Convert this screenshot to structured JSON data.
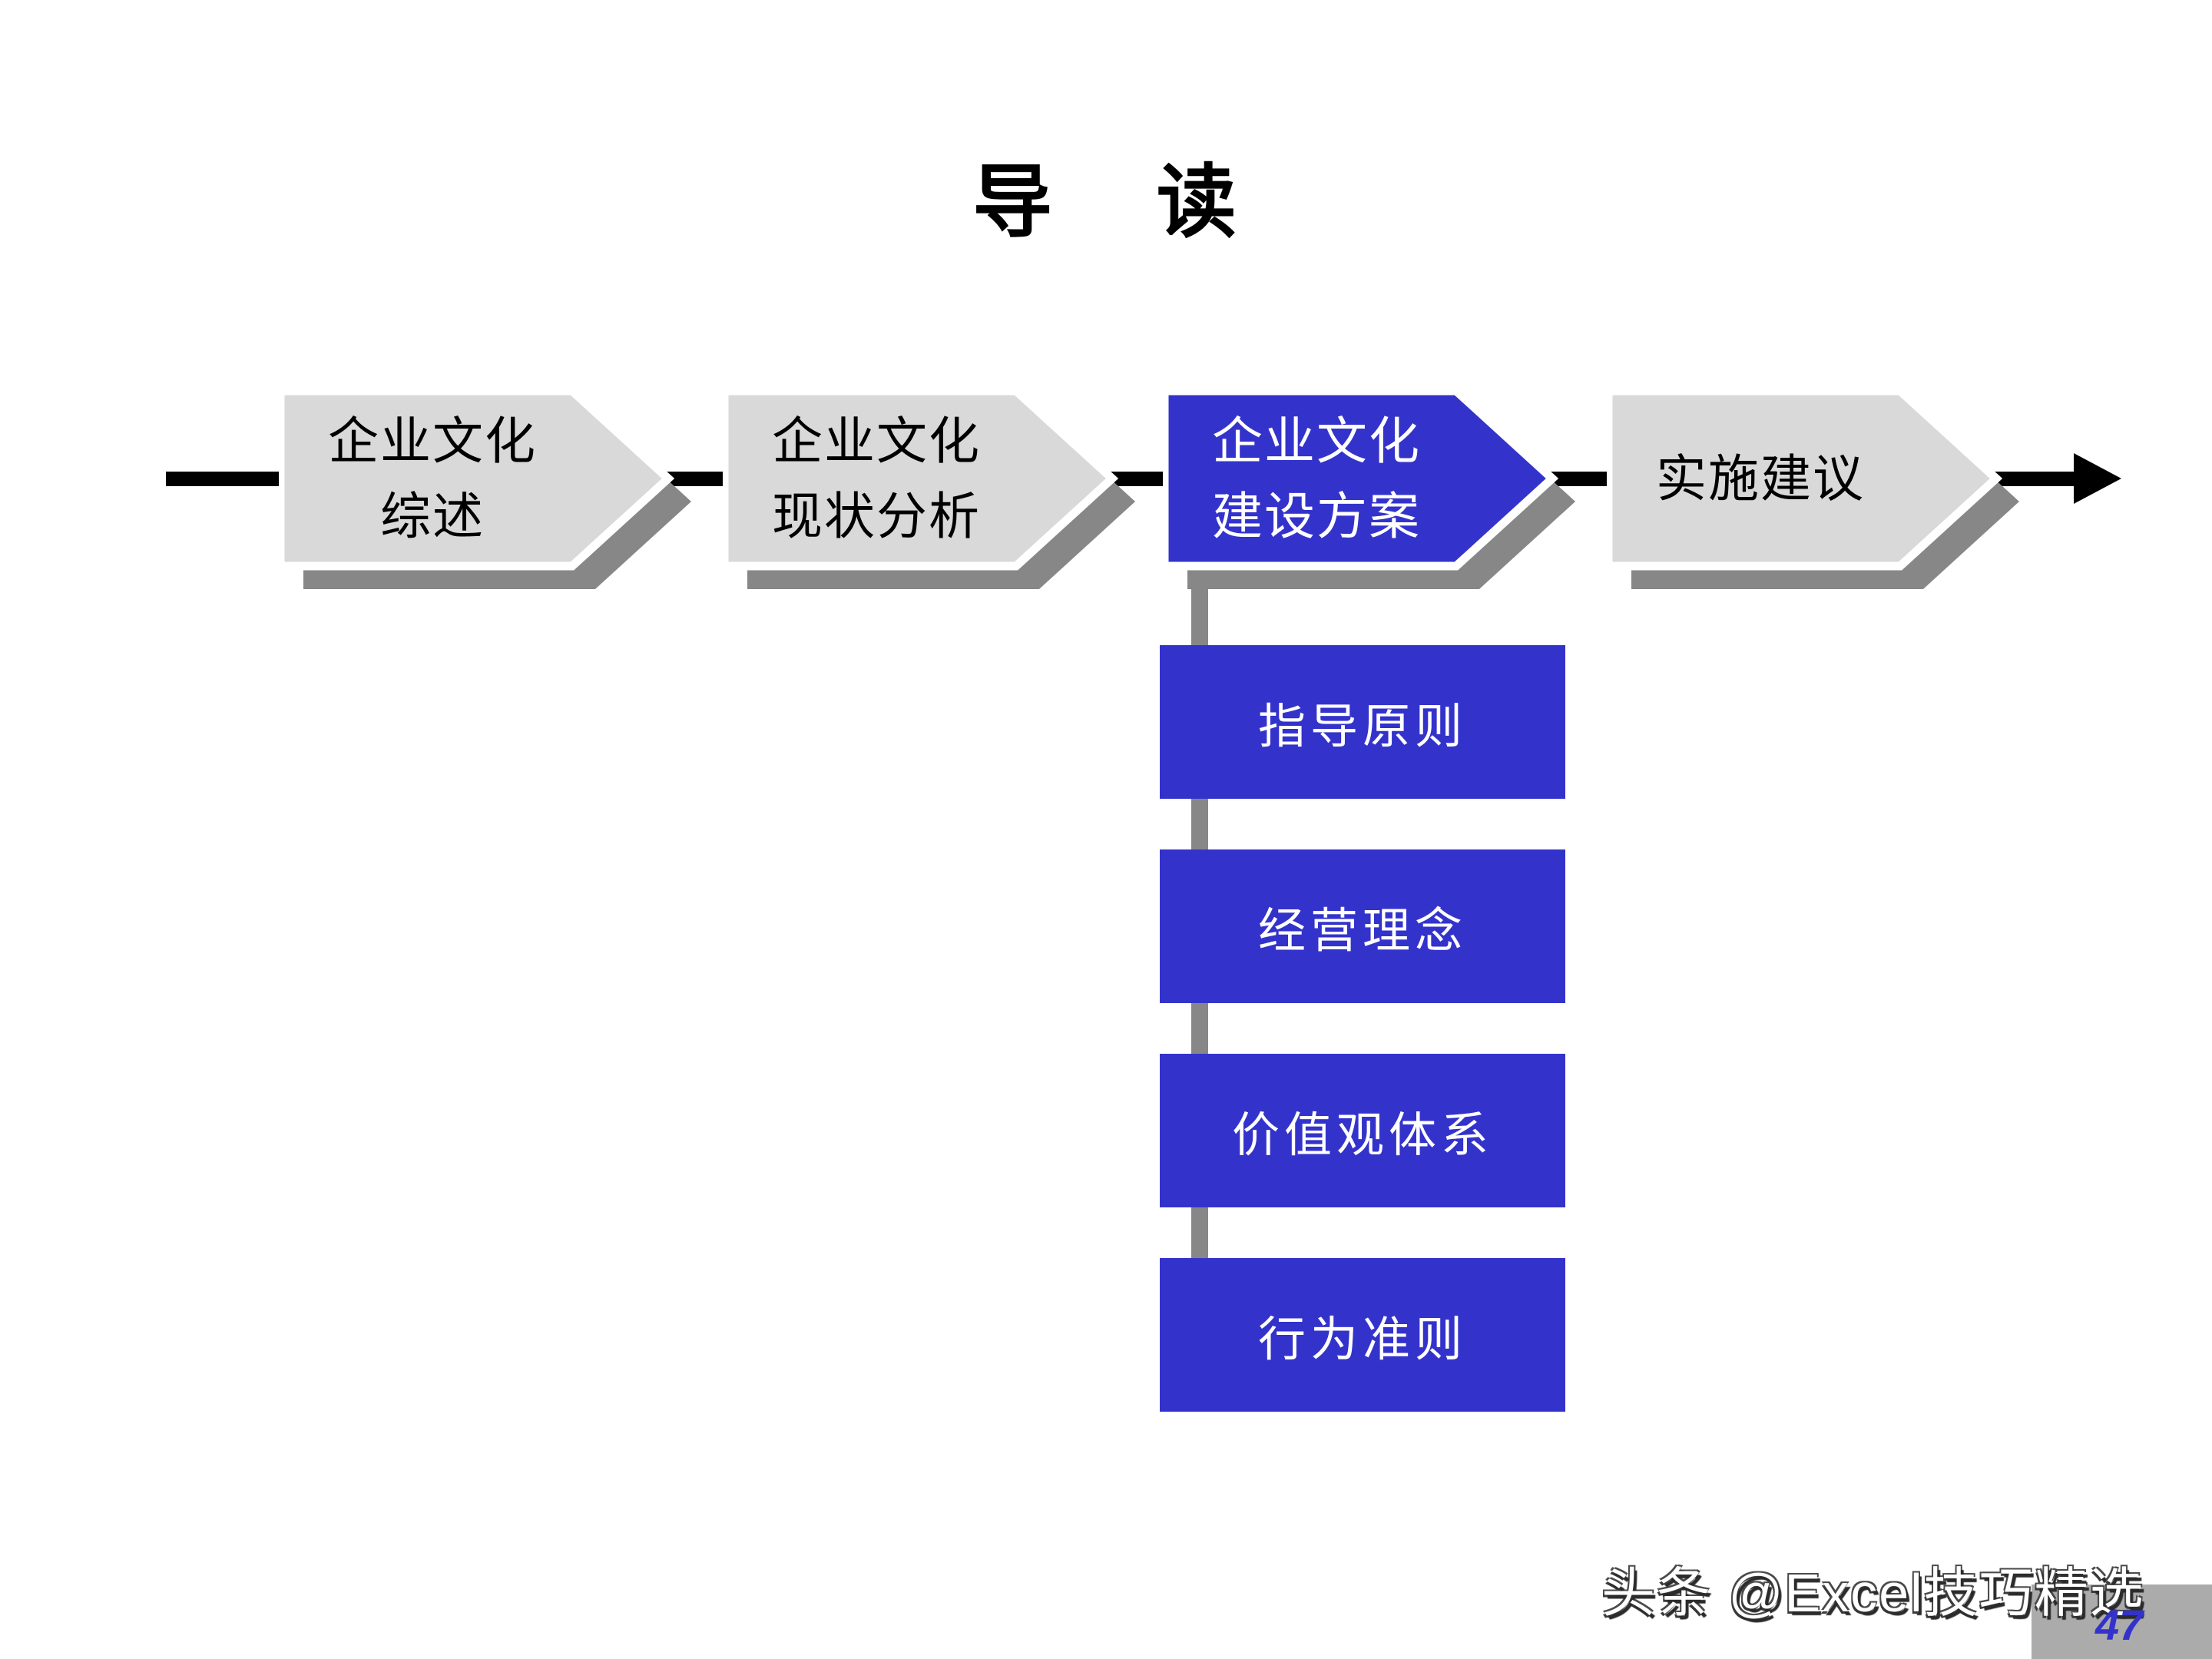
{
  "slide": {
    "title": "导    读",
    "watermark": "头条 @Excel技巧精选",
    "page_number": "47"
  },
  "flow": {
    "steps": [
      {
        "lines": [
          "企业文化",
          "综述"
        ],
        "highlighted": false
      },
      {
        "lines": [
          "企业文化",
          "现状分析"
        ],
        "highlighted": false
      },
      {
        "lines": [
          "企业文化",
          "建设方案"
        ],
        "highlighted": true
      },
      {
        "lines": [
          "实施建议"
        ],
        "highlighted": false
      }
    ],
    "sub_items": [
      "指导原则",
      "经营理念",
      "价值观体系",
      "行为准则"
    ],
    "colors": {
      "highlight_blue": "#3333cc",
      "step_gray": "#d9d9d9",
      "shadow_gray": "#878787",
      "axis_black": "#000000",
      "footer_gray": "#ababab",
      "page_number_blue": "#3333cc"
    }
  }
}
